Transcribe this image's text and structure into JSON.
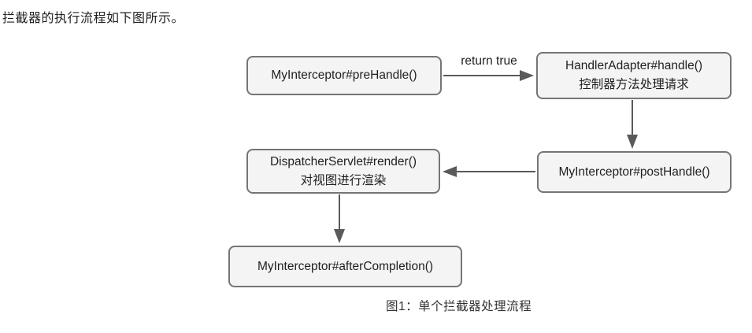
{
  "page": {
    "intro_text": "拦截器的执行流程如下图所示。",
    "caption": "图1：单个拦截器处理流程"
  },
  "diagram": {
    "type": "flowchart",
    "nodes": [
      {
        "id": "prehandle",
        "lines": [
          "MyInterceptor#preHandle()"
        ]
      },
      {
        "id": "handleradapter",
        "lines": [
          "HandlerAdapter#handle()",
          "控制器方法处理请求"
        ]
      },
      {
        "id": "render",
        "lines": [
          "DispatcherServlet#render()",
          "对视图进行渲染"
        ]
      },
      {
        "id": "posthandle",
        "lines": [
          "MyInterceptor#postHandle()"
        ]
      },
      {
        "id": "aftercompletion",
        "lines": [
          "MyInterceptor#afterCompletion()"
        ]
      }
    ],
    "edges": [
      {
        "from": "prehandle",
        "to": "handleradapter",
        "label": "return true",
        "direction": "right"
      },
      {
        "from": "handleradapter",
        "to": "posthandle",
        "label": "",
        "direction": "down"
      },
      {
        "from": "posthandle",
        "to": "render",
        "label": "",
        "direction": "left"
      },
      {
        "from": "render",
        "to": "aftercompletion",
        "label": "",
        "direction": "down"
      }
    ],
    "colors": {
      "box_fill": "#f4f4f4",
      "box_border": "#757575",
      "arrow": "#5a5a5a",
      "text": "#1f1f1f",
      "background": "#ffffff"
    }
  }
}
